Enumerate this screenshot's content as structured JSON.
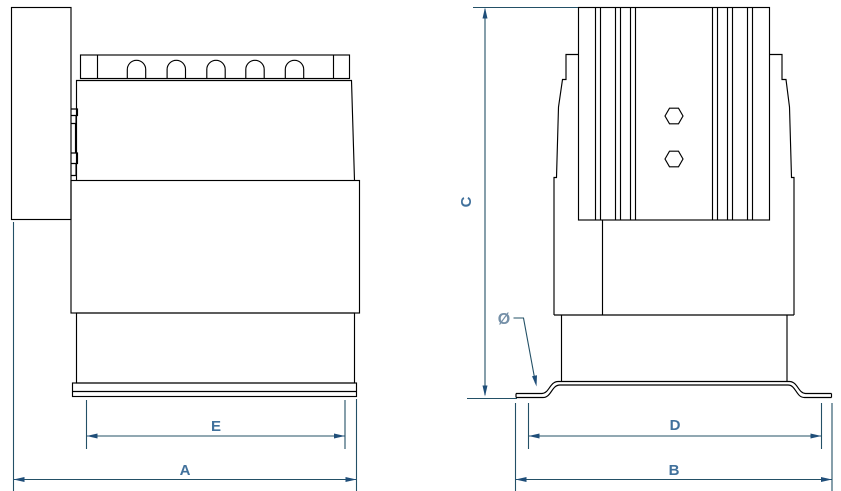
{
  "drawing": {
    "kind": "technical-dimension-drawing",
    "views": {
      "side_view": {
        "dimension_labels": [
          "E",
          "A"
        ]
      },
      "front_view": {
        "dimension_labels": [
          "C",
          "D",
          "B"
        ],
        "leader_symbol": "Ø"
      }
    },
    "labels": {
      "A": "A",
      "B": "B",
      "C": "C",
      "D": "D",
      "E": "E",
      "diameter": "Ø"
    },
    "colors": {
      "background": "#ffffff",
      "outline": "#000000",
      "dimension_line": "#235066",
      "arrow": "#1f4e79",
      "dimension_label": "#41719c",
      "diameter_symbol": "#7590a8"
    }
  }
}
